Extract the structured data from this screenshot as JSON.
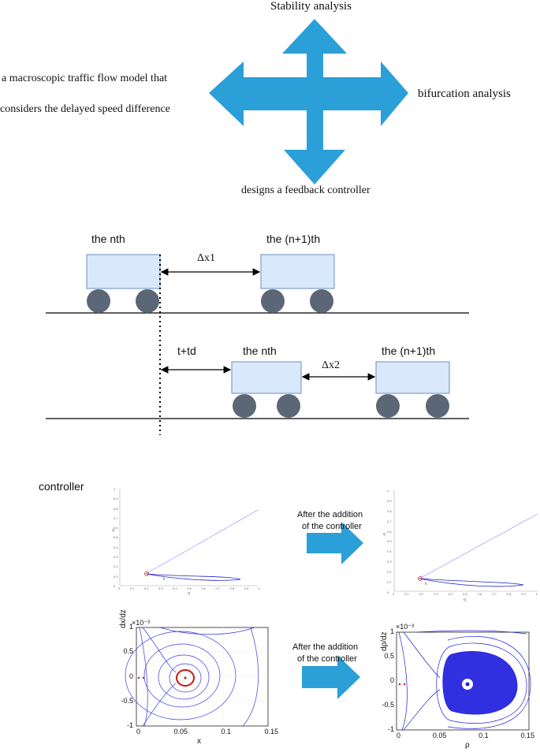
{
  "arrow_diagram": {
    "top": "Stability analysis",
    "left_line1": "a macroscopic traffic flow model that",
    "left_line2": "considers the delayed speed difference",
    "right": "bifurcation analysis",
    "bottom": "designs a feedback controller",
    "arrow_color": "#2a9fd8"
  },
  "car_diagram": {
    "row1_left_label": "the nth",
    "row1_right_label": "the (n+1)th",
    "row1_gap": "Δx1",
    "row2_time": "t+td",
    "row2_left_label": "the nth",
    "row2_right_label": "the (n+1)th",
    "row2_gap": "Δx2",
    "car_fill": "#dae8fc",
    "wheel_fill": "#5b6676"
  },
  "controller_section": {
    "title": "controller",
    "arrow_text_1_line1": "After the addition",
    "arrow_text_1_line2": "of the controller",
    "arrow_text_2_line1": "After the addition",
    "arrow_text_2_line2": "of the controller",
    "arrow_color": "#2a9fd8"
  },
  "plots": {
    "top_left": {
      "ylabel": "q",
      "xlabel": "q",
      "xticks": [
        "0",
        "0.1",
        "0.2",
        "0.3",
        "0.4",
        "0.5",
        "0.6",
        "0.7",
        "0.8",
        "0.9",
        "1"
      ],
      "yticks": [
        "0",
        "0.1",
        "0.2",
        "0.3",
        "0.4",
        "0.5",
        "0.6",
        "0.7",
        "0.8",
        "0.9",
        "1"
      ]
    },
    "top_right": {
      "ylabel": "q",
      "xlabel": "q",
      "xticks": [
        "0",
        "0.1",
        "0.2",
        "0.3",
        "0.4",
        "0.5",
        "0.6",
        "0.7",
        "0.8",
        "0.9",
        "1"
      ],
      "yticks": [
        "0",
        "0.1",
        "0.2",
        "0.3",
        "0.4",
        "0.5",
        "0.6",
        "0.7",
        "0.8",
        "0.9",
        "1"
      ]
    },
    "bottom_left": {
      "ylabel": "dx/dz",
      "exponent": "×10⁻³",
      "xlabel": "x",
      "xticks": [
        "0",
        "0.05",
        "0.1",
        "0.15"
      ],
      "yticks": [
        "1",
        "0.5",
        "0",
        "-0.5",
        "-1"
      ]
    },
    "bottom_right": {
      "ylabel": "dρ/dz",
      "exponent": "×10⁻³",
      "xlabel": "ρ",
      "xticks": [
        "0",
        "0.05",
        "0.1",
        "0.15"
      ],
      "yticks": [
        "1",
        "0.5",
        "0",
        "-0.5",
        "-1"
      ]
    }
  }
}
